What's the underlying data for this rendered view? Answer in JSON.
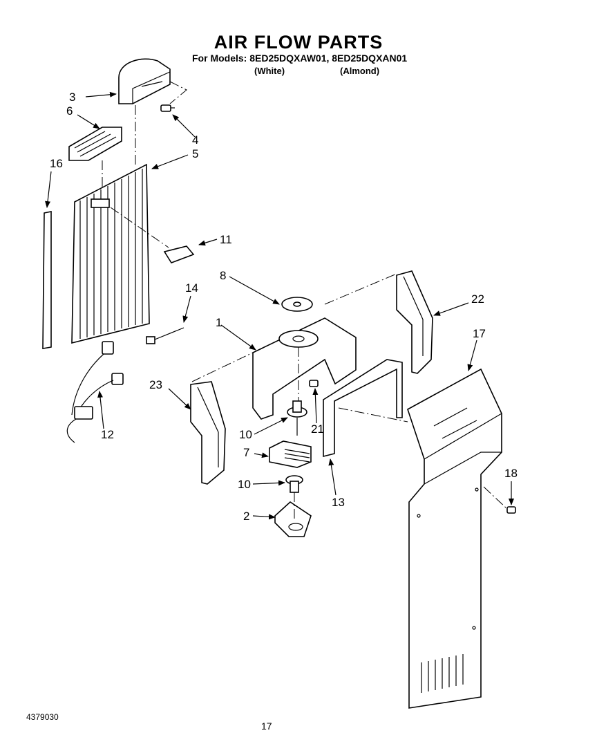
{
  "header": {
    "title": "AIR FLOW PARTS",
    "models": "For Models: 8ED25DQXAW01, 8ED25DQXAN01",
    "variant_white": "(White)",
    "variant_almond": "(Almond)"
  },
  "callouts": {
    "c1": "1",
    "c2": "2",
    "c3": "3",
    "c4": "4",
    "c5": "5",
    "c6": "6",
    "c7": "7",
    "c8": "8",
    "c10a": "10",
    "c10b": "10",
    "c11": "11",
    "c12": "12",
    "c13": "13",
    "c14": "14",
    "c16": "16",
    "c17": "17",
    "c18": "18",
    "c21": "21",
    "c22": "22",
    "c23": "23"
  },
  "footer": {
    "doc_number": "4379030",
    "page_number": "17"
  }
}
